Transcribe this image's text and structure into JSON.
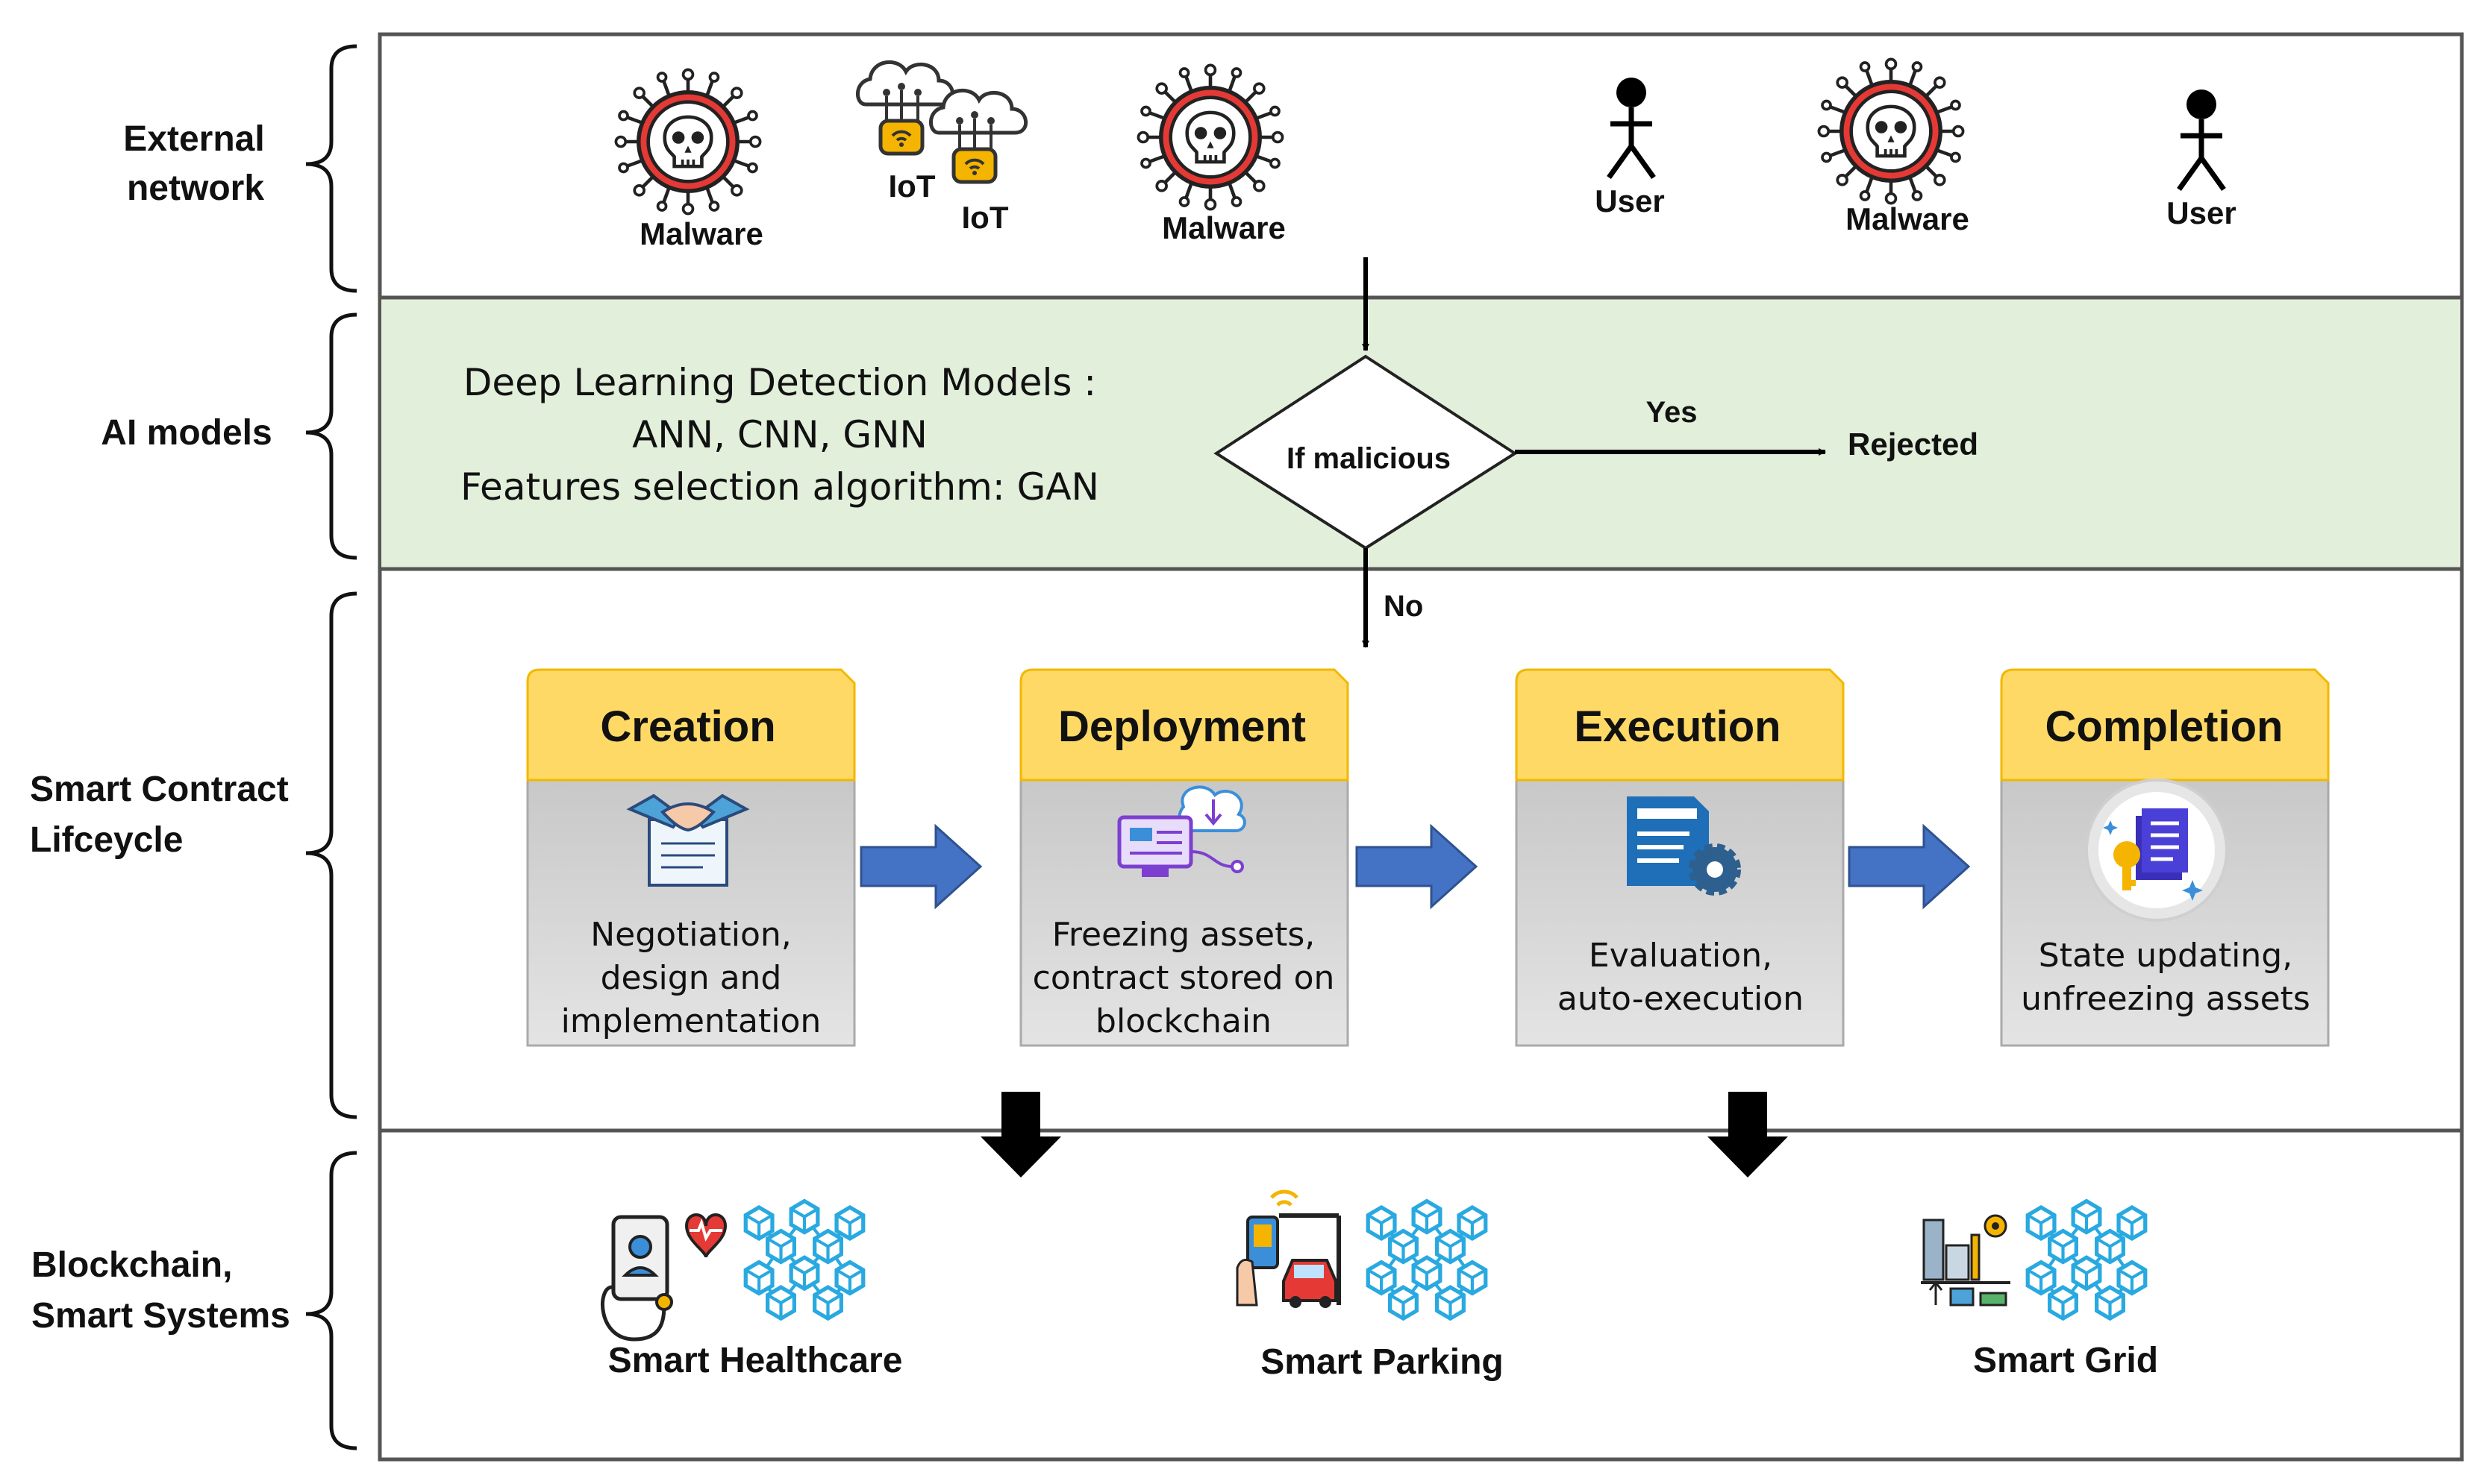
{
  "row_labels": {
    "external": [
      "External",
      "network"
    ],
    "ai": "AI models",
    "lifecycle": [
      "Smart Contract",
      "Lifceycle"
    ],
    "blockchain": [
      "Blockchain,",
      "Smart Systems"
    ]
  },
  "external": {
    "items": [
      {
        "label": "Malware",
        "icon": "malware-virus-icon"
      },
      {
        "label": "IoT",
        "icon": "iot-cloud-icon"
      },
      {
        "label": "IoT",
        "icon": "iot-cloud-icon"
      },
      {
        "label": "Malware",
        "icon": "malware-virus-icon"
      },
      {
        "label": "User",
        "icon": "stick-figure-icon"
      },
      {
        "label": "Malware",
        "icon": "malware-virus-icon"
      },
      {
        "label": "User",
        "icon": "stick-figure-icon"
      }
    ]
  },
  "ai": {
    "lines": [
      "Deep Learning Detection Models :",
      "ANN, CNN, GNN",
      "Features selection algorithm: GAN"
    ],
    "decision": "If malicious",
    "yes": "Yes",
    "rejected": "Rejected",
    "no": "No"
  },
  "lifecycle": {
    "stages": [
      {
        "title": "Creation",
        "desc": [
          "Negotiation,",
          "design and",
          "implementation"
        ],
        "icon": "handshake-contract-icon"
      },
      {
        "title": "Deployment",
        "desc": [
          "Freezing assets,",
          "contract stored on",
          "blockchain"
        ],
        "icon": "cloud-computer-icon"
      },
      {
        "title": "Execution",
        "desc": [
          "Evaluation,",
          "auto-execution"
        ],
        "icon": "document-gear-icon"
      },
      {
        "title": "Completion",
        "desc": [
          "State updating,",
          "unfreezing assets"
        ],
        "icon": "document-key-icon"
      }
    ]
  },
  "systems": [
    {
      "label": "Smart Healthcare",
      "icon": "healthcare-phone-icon"
    },
    {
      "label": "Smart Parking",
      "icon": "parking-car-icon"
    },
    {
      "label": "Smart Grid",
      "icon": "grid-factory-icon"
    }
  ],
  "colors": {
    "ai_band": "#e2efda",
    "stage_header": "#ffd966",
    "stage_header_border": "#f2b800",
    "stage_body": "#d0d0d0",
    "flow_arrow": "#4472c4",
    "virus_red": "#e53935",
    "cube_blue": "#29a9e0"
  }
}
